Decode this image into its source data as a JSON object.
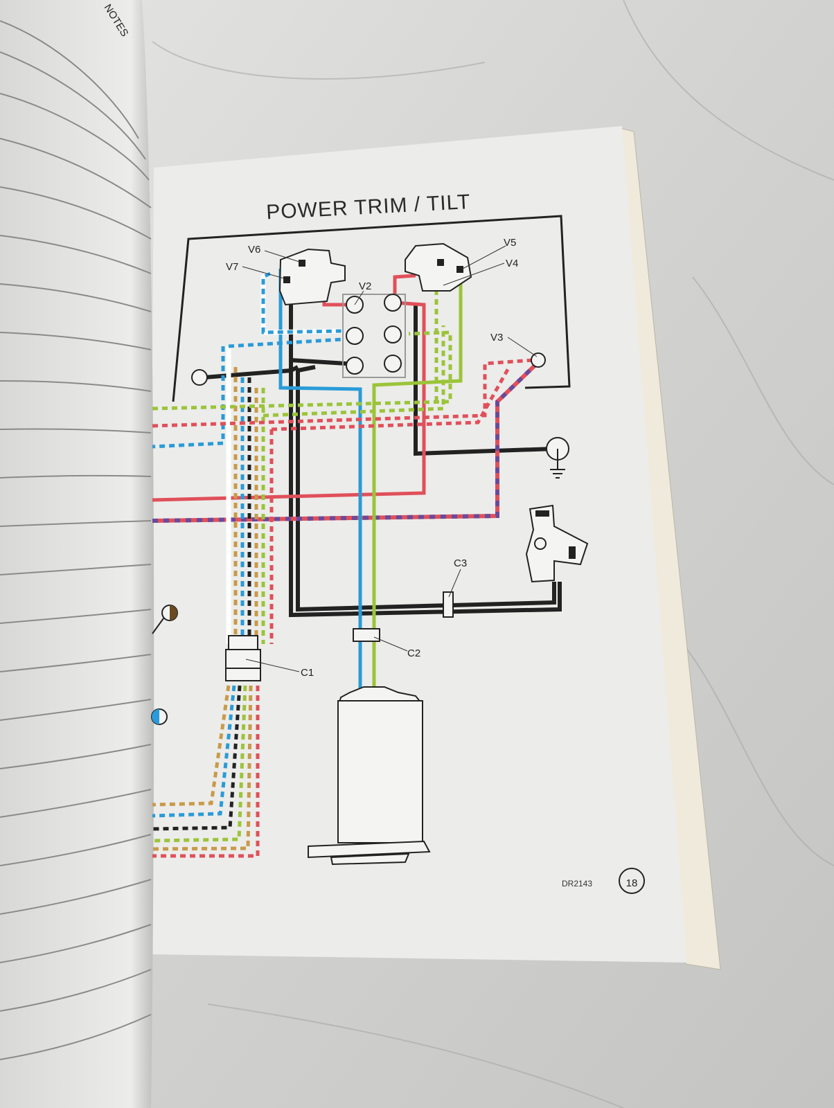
{
  "left_page": {
    "header": "NOTES"
  },
  "right_page": {
    "title": "POWER TRIM / TILT",
    "labels": {
      "v2": "V2",
      "v3": "V3",
      "v4": "V4",
      "v5": "V5",
      "v6": "V6",
      "v7": "V7",
      "c1": "C1",
      "c2": "C2",
      "c3": "C3"
    },
    "drawing_number": "DR2143",
    "page_number": "18"
  },
  "colors": {
    "red": "#e0505a",
    "blue": "#2a9bd8",
    "green": "#9bc43a",
    "black": "#222222",
    "tan": "#c89a4a",
    "purple": "#6a4a9a"
  }
}
